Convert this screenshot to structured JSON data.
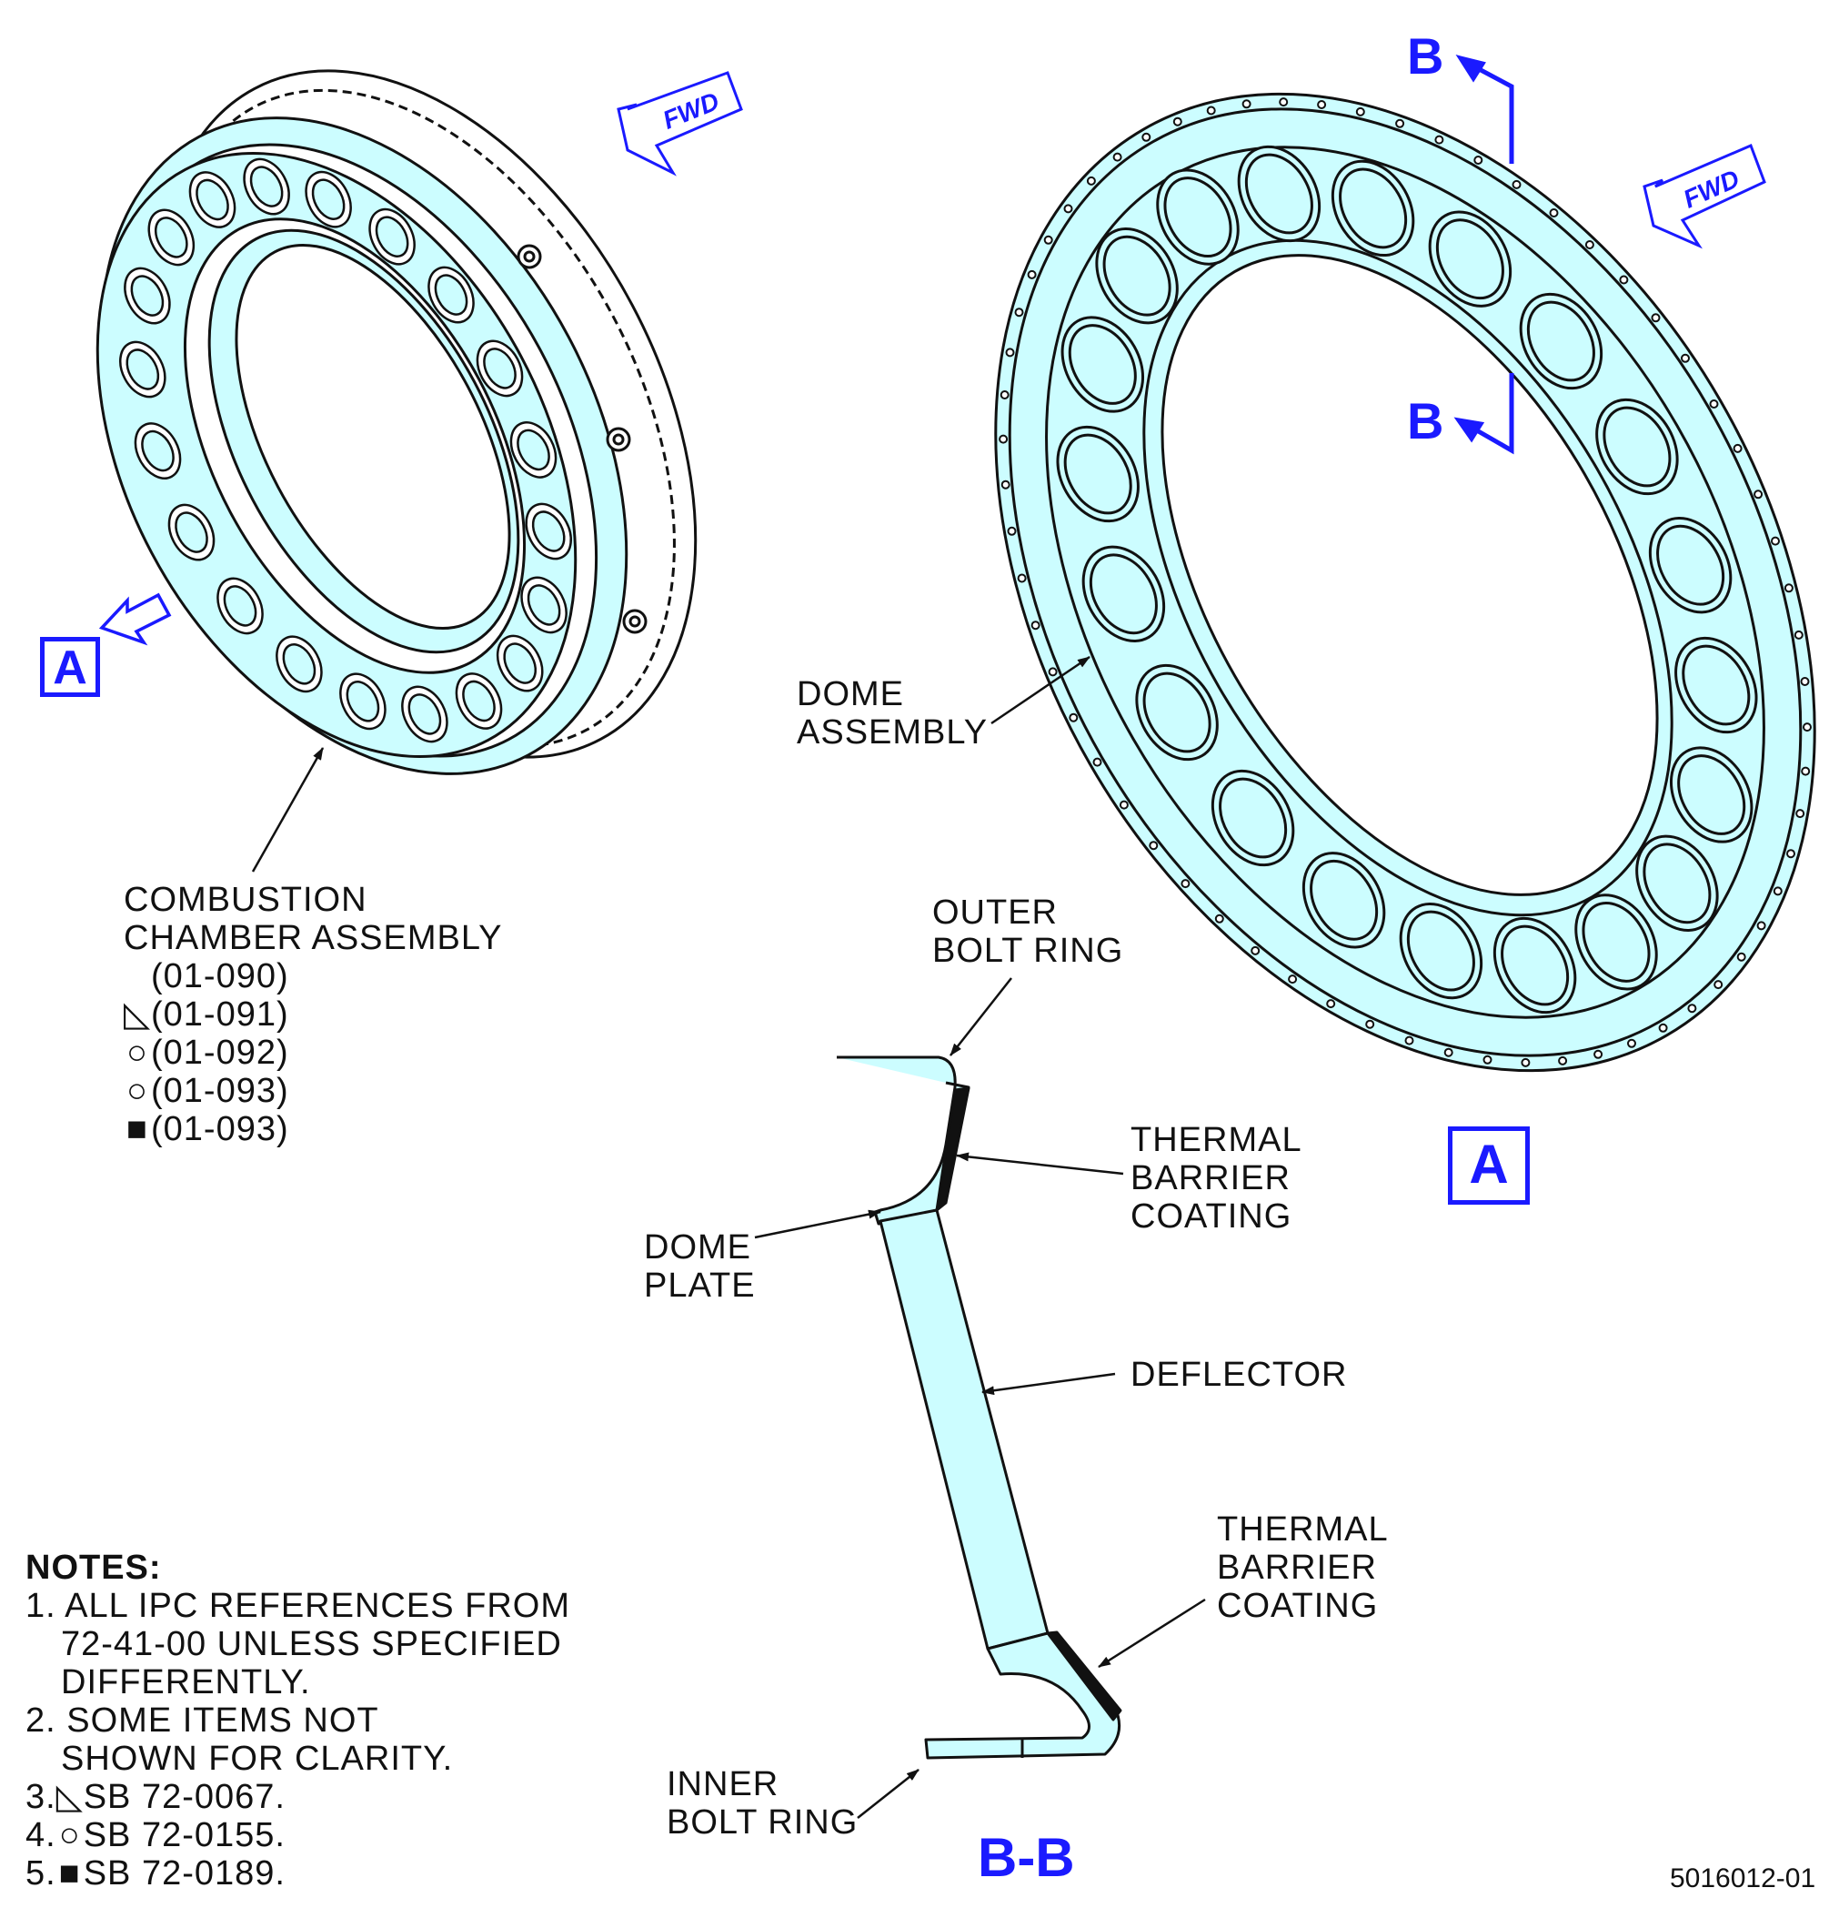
{
  "views": {
    "detail_marker": "A",
    "detail_label": "A",
    "section_marker_top": "B",
    "section_marker_bottom": "B",
    "section_label": "B-B",
    "fwd_left": "FWD",
    "fwd_right": "FWD"
  },
  "callouts": {
    "combustion": {
      "line1": "COMBUSTION",
      "line2": "CHAMBER ASSEMBLY",
      "refs": [
        {
          "symbol": "",
          "text": "(01-090)"
        },
        {
          "symbol": "◺",
          "text": "(01-091)"
        },
        {
          "symbol": "○",
          "text": "(01-092)"
        },
        {
          "symbol": "○",
          "text": "(01-093)"
        },
        {
          "symbol": "■",
          "text": "(01-093)"
        }
      ]
    },
    "dome_assembly": {
      "line1": "DOME",
      "line2": "ASSEMBLY"
    },
    "outer_bolt_ring": {
      "line1": "OUTER",
      "line2": "BOLT RING"
    },
    "tbc_upper": {
      "line1": "THERMAL",
      "line2": "BARRIER",
      "line3": "COATING"
    },
    "dome_plate": {
      "line1": "DOME",
      "line2": "PLATE"
    },
    "deflector": {
      "line1": "DEFLECTOR"
    },
    "tbc_lower": {
      "line1": "THERMAL",
      "line2": "BARRIER",
      "line3": "COATING"
    },
    "inner_bolt_ring": {
      "line1": "INNER",
      "line2": "BOLT RING"
    }
  },
  "notes": {
    "title": "NOTES:",
    "items": [
      {
        "num": "1.",
        "symbol": "",
        "lines": [
          "ALL IPC REFERENCES FROM",
          "72-41-00 UNLESS SPECIFIED",
          "DIFFERENTLY."
        ]
      },
      {
        "num": "2.",
        "symbol": "",
        "lines": [
          "SOME ITEMS NOT",
          "SHOWN FOR CLARITY."
        ]
      },
      {
        "num": "3.",
        "symbol": "◺",
        "lines": [
          "SB 72-0067."
        ]
      },
      {
        "num": "4.",
        "symbol": "○",
        "lines": [
          "SB 72-0155."
        ]
      },
      {
        "num": "5.",
        "symbol": "■",
        "lines": [
          "SB 72-0189."
        ]
      }
    ]
  },
  "figure_number": "5016012-01",
  "colors": {
    "fill": "#ccfdff",
    "accent": "#1a1aff",
    "line": "#111111"
  }
}
